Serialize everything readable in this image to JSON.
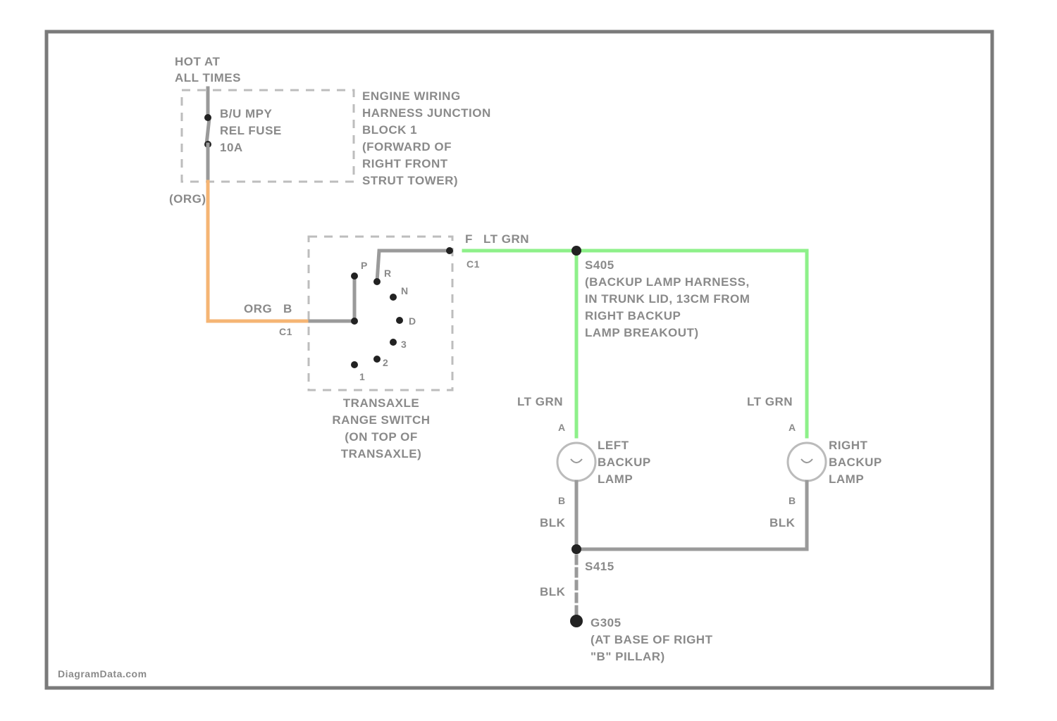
{
  "colors": {
    "org_wire": "#f5b574",
    "lt_grn_wire": "#8ef08a",
    "frame": "#7a7a7a",
    "text": "#8a8a8a",
    "ground_wire": "#9a9a9a"
  },
  "power": {
    "line1": "HOT AT",
    "line2": "ALL TIMES"
  },
  "fuse": {
    "line1": "B/U MPY",
    "line2": "REL FUSE",
    "line3": "10A"
  },
  "junction_block": [
    "ENGINE WIRING",
    "HARNESS JUNCTION",
    "BLOCK 1",
    "(FORWARD OF",
    "RIGHT FRONT",
    "STRUT TOWER)"
  ],
  "wire_org_top": "(ORG)",
  "switch_input": {
    "wire": "ORG",
    "pin": "B",
    "connector": "C1"
  },
  "switch_output": {
    "pin": "F",
    "wire": "LT GRN",
    "connector": "C1"
  },
  "switch_positions": [
    "P",
    "R",
    "N",
    "D",
    "3",
    "2",
    "1"
  ],
  "switch_label": [
    "TRANSAXLE",
    "RANGE SWITCH",
    "(ON TOP OF",
    "TRANSAXLE)"
  ],
  "splice_top": [
    "S405",
    "(BACKUP LAMP HARNESS,",
    "IN TRUNK LID, 13CM FROM",
    "RIGHT BACKUP",
    "LAMP BREAKOUT)"
  ],
  "left_lamp": {
    "wire_in": "LT GRN",
    "pin_a": "A",
    "label": [
      "LEFT",
      "BACKUP",
      "LAMP"
    ],
    "pin_b": "B",
    "wire_out": "BLK"
  },
  "right_lamp": {
    "wire_in": "LT GRN",
    "pin_a": "A",
    "label": [
      "RIGHT",
      "BACKUP",
      "LAMP"
    ],
    "pin_b": "B",
    "wire_out": "BLK"
  },
  "splice_bottom": "S415",
  "ground_wire": "BLK",
  "ground": [
    "G305",
    "(AT BASE OF RIGHT",
    "\"B\" PILLAR)"
  ],
  "watermark": "DiagramData.com"
}
